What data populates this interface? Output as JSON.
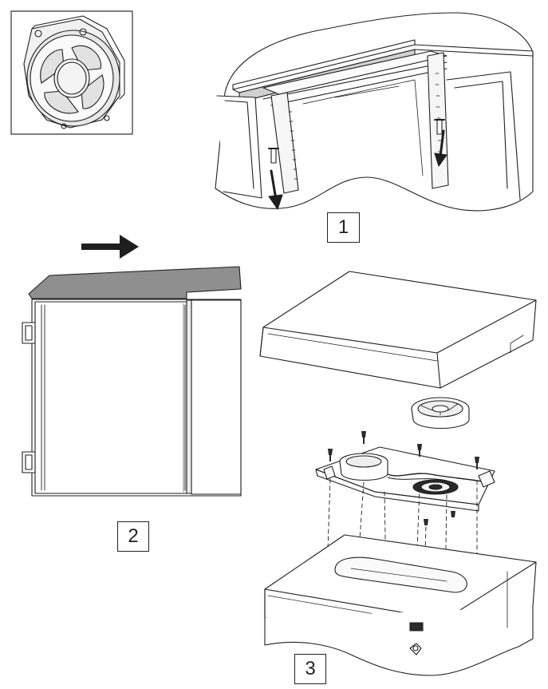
{
  "steps": {
    "step1": "1",
    "step2": "2",
    "step3": "3"
  },
  "colors": {
    "line": "#1e1e1e",
    "roof_fill": "#8f8f8f",
    "arrow_fill": "#1e1e1e",
    "dark_fill": "#2a2a2a",
    "light_fill": "#f4f4f4"
  },
  "icons": {
    "inset": "fan-icon",
    "direction": "arrow-right-icon",
    "screw": "screw-icon"
  }
}
